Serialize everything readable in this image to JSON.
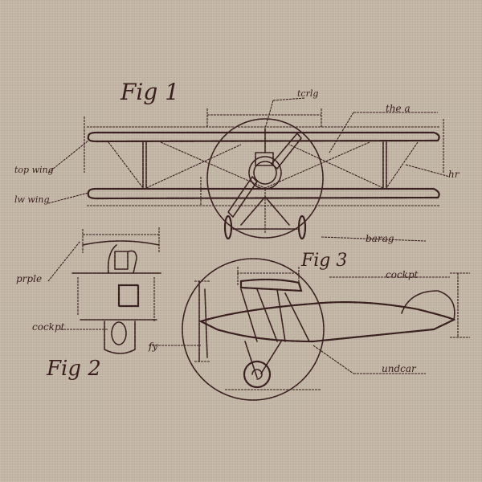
{
  "artwork": {
    "description": "Embroidered vintage biplane blueprint sketch on linen",
    "background_color": "#c8baaa",
    "thread_color": "#3a2020"
  },
  "figures": [
    {
      "id": "fig1",
      "label": "Fig 1",
      "view": "front view biplane"
    },
    {
      "id": "fig2",
      "label": "Fig 2",
      "view": "side detail of engine/cockpit"
    },
    {
      "id": "fig3",
      "label": "Fig 3",
      "view": "side profile biplane"
    }
  ],
  "annotations": {
    "top_center": "tcrlg",
    "top_right": "the a",
    "right_mid": "hr",
    "left_upper": "top wing",
    "left_lower": "lw wing",
    "right_lower": "barag",
    "fig2_left": "prple",
    "fig2_lower": "cockpt",
    "fig3_left": "fy",
    "fig3_right": "cockpt",
    "fig3_bottom": "undcar"
  }
}
